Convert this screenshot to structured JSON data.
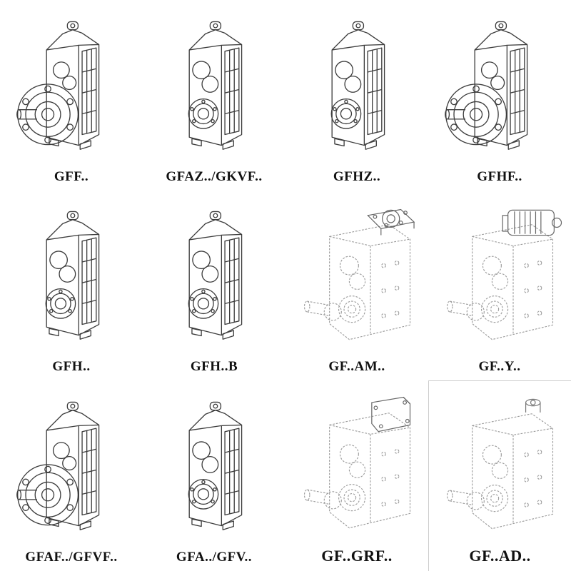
{
  "page": {
    "background": "#ffffff",
    "line_color_solid": "#3c3c3c",
    "line_color_ghost": "#9a9a9a",
    "grid": {
      "rows": 3,
      "cols": 4
    }
  },
  "items": [
    {
      "label": "GFF..",
      "variant": "flange-solid"
    },
    {
      "label": "GFAZ../GKVF..",
      "variant": "shaft-solid"
    },
    {
      "label": "GFHZ..",
      "variant": "shaft-solid"
    },
    {
      "label": "GFHF..",
      "variant": "flange-solid"
    },
    {
      "label": "GFH..",
      "variant": "shaft-solid"
    },
    {
      "label": "GFH..B",
      "variant": "shaft-solid"
    },
    {
      "label": "GF..AM..",
      "variant": "ghost-flange-mount"
    },
    {
      "label": "GF..Y..",
      "variant": "ghost-motor"
    },
    {
      "label": "GFAF../GFVF..",
      "variant": "flange-solid"
    },
    {
      "label": "GFA../GFV..",
      "variant": "shaft-solid"
    },
    {
      "label": "GF..GRF..",
      "variant": "ghost-adapter"
    },
    {
      "label": "GF..AD..",
      "variant": "ghost-shaft"
    }
  ]
}
